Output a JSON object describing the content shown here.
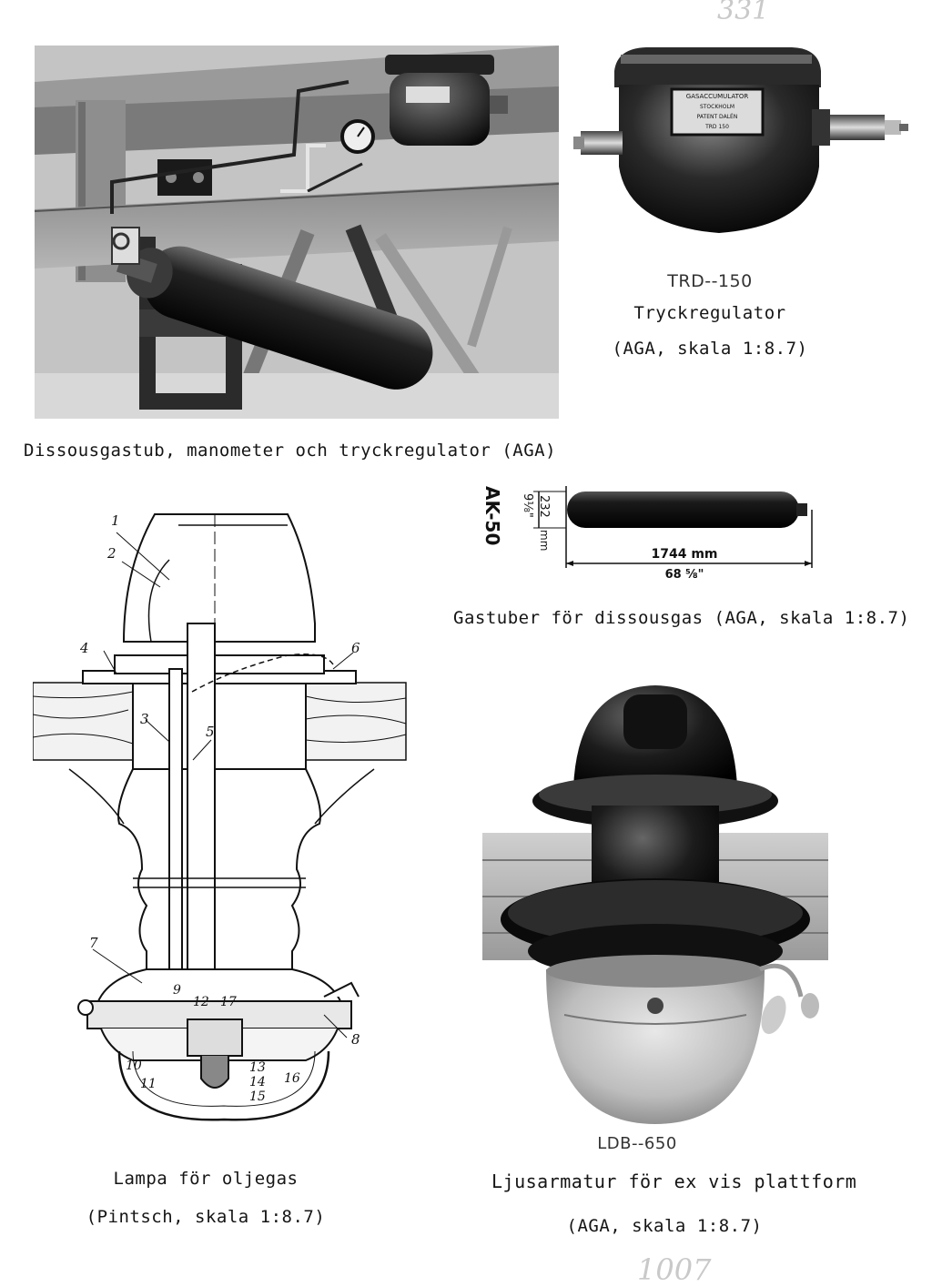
{
  "page_marks": {
    "top_right": "331",
    "bottom": "1007"
  },
  "figures": {
    "photo_gastub": {
      "caption": "Dissousgastub, manometer och tryckregulator (AGA)"
    },
    "trd": {
      "code": "TRD--150",
      "name": "Tryckregulator",
      "source": "(AGA, skala 1:8.7)",
      "nameplate": [
        "GASACCUMULATOR",
        "STOCKHOLM",
        "PATENT DALÉN",
        "TRD 150"
      ]
    },
    "gastuber": {
      "tube_code": "AK-50",
      "diameter_mm": "232",
      "diameter_mm_unit": "mm",
      "diameter_in": "9⅛\"",
      "length_mm": "1744 mm",
      "length_in": "68 ⅝\"",
      "caption": "Gastuber för dissousgas (AGA, skala 1:8.7)"
    },
    "lampa": {
      "name": "Lampa för oljegas",
      "source": "(Pintsch, skala 1:8.7)",
      "part_numbers": [
        "1",
        "2",
        "3",
        "4",
        "5",
        "6",
        "7",
        "8",
        "9",
        "10",
        "11",
        "12",
        "13",
        "14",
        "15",
        "16",
        "17"
      ]
    },
    "ljusarmatur": {
      "code": "LDB--650",
      "name": "Ljusarmatur för ex vis plattform",
      "source": "(AGA, skala 1:8.7)"
    }
  }
}
